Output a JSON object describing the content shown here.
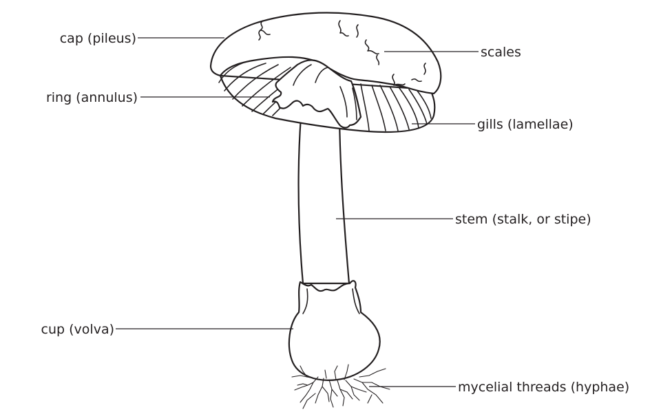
{
  "labels": {
    "cap": "cap (pileus)",
    "ring": "ring (annulus)",
    "cup": "cup (volva)",
    "scales": "scales",
    "gills": "gills (lamellae)",
    "stem": "stem (stalk, or stipe)",
    "mycelial_threads": "mycelial threads (hyphae)"
  },
  "colors": {
    "ink": "#231f20",
    "background": "#ffffff"
  }
}
